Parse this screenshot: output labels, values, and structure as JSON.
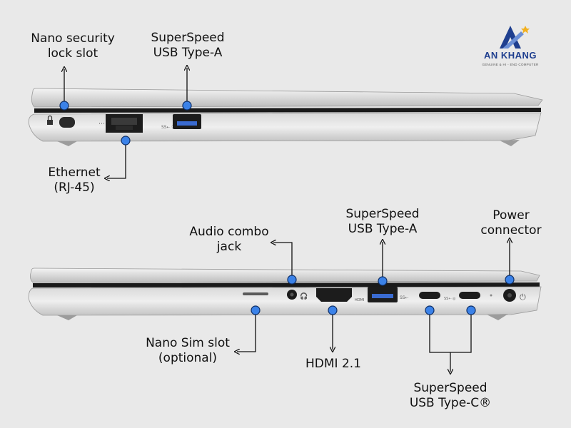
{
  "brand": {
    "name": "AN KHANG",
    "tagline": "GENUINE & HI - END COMPUTER",
    "color": "#1f3f8f",
    "star_color": "#f2b01e"
  },
  "colors": {
    "background": "#e9e9e9",
    "marker": "#3b82e8",
    "leader": "#111111"
  },
  "top_view": {
    "labels": {
      "nano_security_lock": [
        "Nano security",
        "lock slot"
      ],
      "usb_a": [
        "SuperSpeed",
        "USB Type-A"
      ],
      "ethernet": [
        "Ethernet",
        "(RJ-45)"
      ]
    }
  },
  "bottom_view": {
    "labels": {
      "audio_jack": [
        "Audio combo",
        "jack"
      ],
      "usb_a": [
        "SuperSpeed",
        "USB Type-A"
      ],
      "power": [
        "Power",
        "connector"
      ],
      "nano_sim": [
        "Nano Sim slot",
        "(optional)"
      ],
      "hdmi": "HDMI 2.1",
      "usb_c": [
        "SuperSpeed",
        "USB Type-C®"
      ]
    },
    "port_marks": {
      "hdmi": "HDMI",
      "usb_a_logo": "SS⇠",
      "usb_c_logo": "SS⇠ ◎"
    }
  },
  "top_port_marks": {
    "usb_a_logo": "SS⇠ Ⓓ"
  }
}
